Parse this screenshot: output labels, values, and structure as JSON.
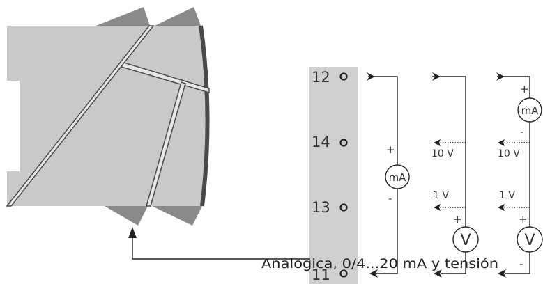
{
  "terminals": [
    "12",
    "14",
    "13",
    "11"
  ],
  "caption": "Analogica, 0/4...20 mA y tensión",
  "meters": {
    "ma": "mA",
    "v": "V"
  },
  "voltages": {
    "high": "10 V",
    "low": "1 V"
  },
  "signs": {
    "plus": "+",
    "minus": "-"
  },
  "colors": {
    "housing": "#c9c9c9",
    "housing_dark": "#8a8a8a",
    "edge": "#4a4a4a",
    "terminal_strip": "#d0d0d0",
    "ink": "#222222"
  }
}
